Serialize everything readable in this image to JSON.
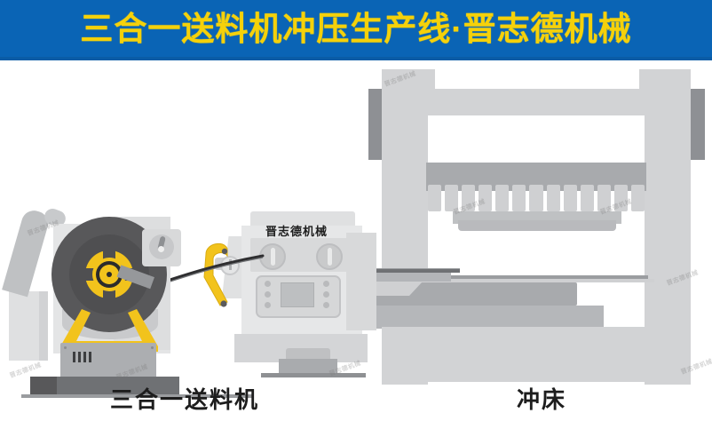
{
  "banner": {
    "title": "三合一送料机冲压生产线·晋志德机械",
    "bg_color": "#0a64b5",
    "text_color": "#f5d10a"
  },
  "captions": {
    "feeder": "三合一送料机",
    "press": "冲床"
  },
  "feeder_machine": {
    "brand_text": "晋志德机械",
    "control_panel": {
      "screen_label": "",
      "left_buttons": 3,
      "right_buttons": 3
    },
    "rollers": 2
  },
  "press_machine": {
    "slide_teeth_count": 13
  },
  "decoiler": {
    "coil_color": "#58585a",
    "mandrel_color": "#f2c31c"
  },
  "watermarks": {
    "text": "晋志德机械",
    "color": "rgba(120,120,120,0.30)"
  },
  "colors": {
    "machine_light": "#d2d3d5",
    "machine_mid": "#a8aaad",
    "machine_dark": "#6f7174",
    "accent_yellow": "#f2c31c",
    "banner_blue": "#0a64b5"
  }
}
